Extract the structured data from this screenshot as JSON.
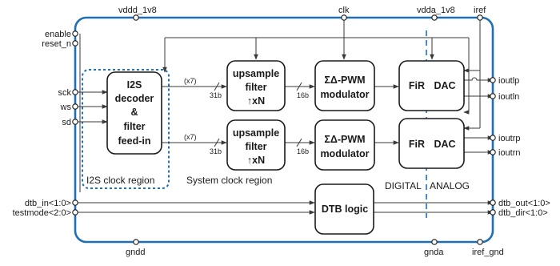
{
  "colors": {
    "chip_border": "#1f6fb5",
    "region_border": "#1f6fb5",
    "divider": "#1f6fb5",
    "block_border": "#1a1a1a",
    "wire": "#3a3a3a"
  },
  "pins": {
    "vddd": "vddd_1v8",
    "clk": "clk",
    "vdda": "vdda_1v8",
    "iref": "iref",
    "enable": "enable",
    "reset_n": "reset_n",
    "sck": "sck",
    "ws": "ws",
    "sd": "sd",
    "dtb_in": "dtb_in<1:0>",
    "testmode": "testmode<2:0>",
    "ioutlp": "ioutlp",
    "ioutln": "ioutln",
    "ioutrp": "ioutrp",
    "ioutrn": "ioutrn",
    "dtb_out": "dtb_out<1:0>",
    "dtb_dir": "dtb_dir<1:0>",
    "gndd": "gndd",
    "gnda": "gnda",
    "iref_gnd": "iref_gnd"
  },
  "blocks": {
    "i2s_decoder": [
      "I2S",
      "decoder",
      "&",
      "filter",
      "feed-in"
    ],
    "upsample_top": [
      "upsample",
      "filter",
      "↑xN"
    ],
    "upsample_bottom": [
      "upsample",
      "filter",
      "↑xN"
    ],
    "modulator_top": [
      "ΣΔ-PWM",
      "modulator"
    ],
    "modulator_bottom": [
      "ΣΔ-PWM",
      "modulator"
    ],
    "dac_top": [
      "FiR",
      "DAC"
    ],
    "dac_bottom": [
      "FiR",
      "DAC"
    ],
    "dtb_logic": "DTB logic"
  },
  "bus_labels": {
    "x7_top": "(x7)",
    "x7_bottom": "(x7)",
    "bits31_top": "31b",
    "bits31_bottom": "31b",
    "bits16_top": "16b",
    "bits16_bottom": "16b"
  },
  "regions": {
    "i2s_clock": "I2S clock region",
    "system_clock": "System clock region",
    "digital": "DIGITAL",
    "analog": "ANALOG"
  }
}
